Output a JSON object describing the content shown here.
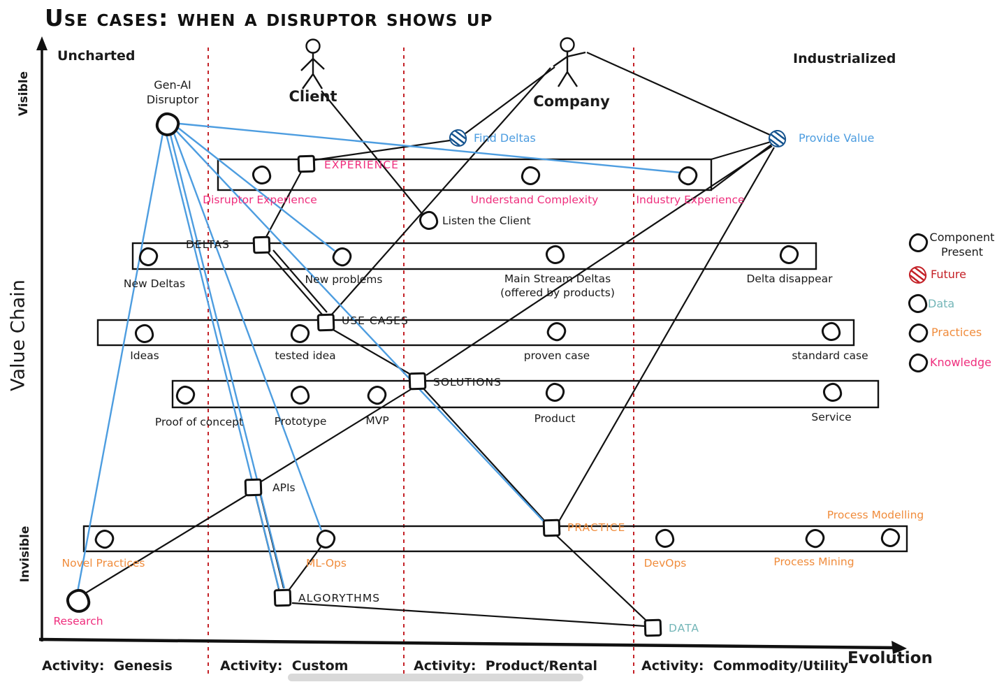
{
  "title": "Use cases: when a disruptor shows up",
  "axes": {
    "y_label": "Value Chain",
    "y_top": "Visible",
    "y_bottom": "Invisible",
    "x_label": "Evolution",
    "top_left": "Uncharted",
    "top_right": "Industrialized",
    "stages": {
      "genesis": "Activity:  Genesis",
      "custom": "Activity:  Custom",
      "product_rental": "Activity:  Product/Rental",
      "commodity_utility": "Activity:  Commodity/Utility"
    }
  },
  "actors": {
    "disruptor": "Gen-AI Disruptor",
    "client": "Client",
    "company": "Company"
  },
  "anchors": {
    "find_deltas": "Find Deltas",
    "provide_value": "Provide Value"
  },
  "labels": {
    "experience": "EXPERIENCE",
    "disruptor_experience": "Disruptor Experience",
    "understand_complexity": "Understand Complexity",
    "industry_experience": "Industry Experience",
    "listen_the_client": "Listen the Client",
    "deltas": "DELTAS",
    "new_deltas": "New Deltas",
    "new_problems": "New problems",
    "main_stream_deltas": "Main Stream Deltas (offered by products)",
    "delta_disappear": "Delta disappear",
    "use_cases": "USE CASES",
    "ideas": "Ideas",
    "tested_idea": "tested idea",
    "proven_case": "proven case",
    "standard_case": "standard case",
    "solutions": "SOLUTIONS",
    "proof_of_concept": "Proof of concept",
    "prototype": "Prototype",
    "mvp": "MVP",
    "product": "Product",
    "service": "Service",
    "apis": "APIs",
    "practice": "PRACTICE",
    "novel_practices": "Novel Practices",
    "ml_ops": "ML-Ops",
    "devops": "DevOps",
    "process_mining": "Process Mining",
    "process_modelling": "Process Modelling",
    "algorythms": "ALGORYTHMS",
    "research": "Research",
    "data": "DATA"
  },
  "legend": {
    "component_present": "Component Present",
    "future": "Future",
    "data": "Data",
    "practices": "Practices",
    "knowledge": "Knowledge"
  },
  "colors": {
    "black": "#1a1a1a",
    "pink": "#ef2e7d",
    "orange": "#f08c3c",
    "teal": "#74b6b8",
    "blue_line": "#4d9de0",
    "dark_blue": "#16548f",
    "red_divider": "#c42127"
  }
}
